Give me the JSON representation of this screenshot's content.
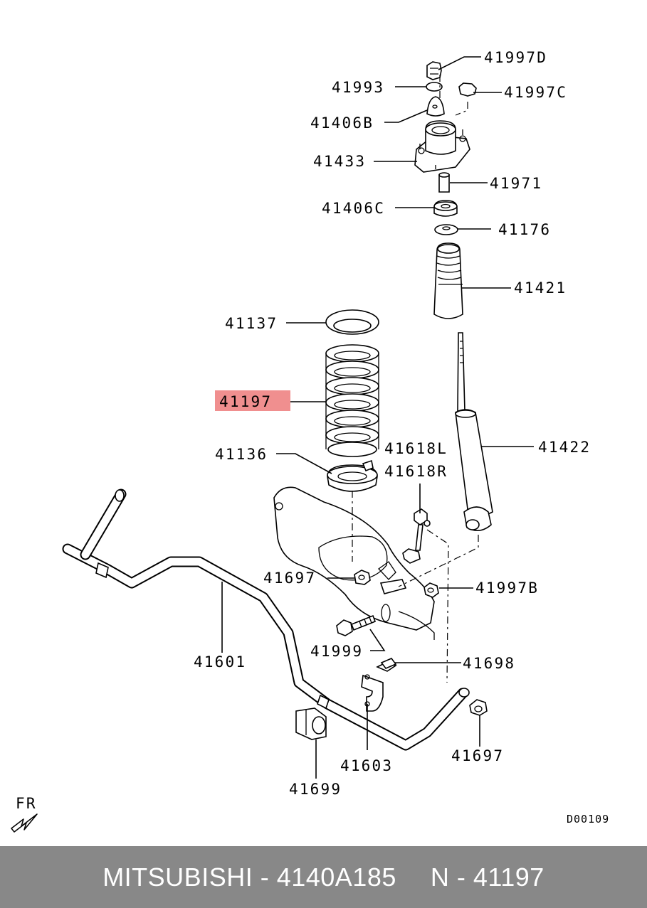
{
  "diagram": {
    "labels": {
      "p41997D": "41997D",
      "p41993": "41993",
      "p41997C": "41997C",
      "p41406B": "41406B",
      "p41433": "41433",
      "p41971": "41971",
      "p41406C": "41406C",
      "p41176": "41176",
      "p41421": "41421",
      "p41137": "41137",
      "p41197": "41197",
      "p41422": "41422",
      "p41136": "41136",
      "p41618L": "41618L",
      "p41618R": "41618R",
      "p41697a": "41697",
      "p41997B": "41997B",
      "p41999": "41999",
      "p41601": "41601",
      "p41698": "41698",
      "p41603": "41603",
      "p41697b": "41697",
      "p41699": "41699"
    },
    "highlight_label": "41197",
    "highlight_color": "#f08f8f",
    "direction_label": "FR",
    "drawing_code": "D00109"
  },
  "footer": {
    "brand_part": "MITSUBISHI - 4140A185",
    "ref": "N - 41197",
    "background": "#888888"
  }
}
